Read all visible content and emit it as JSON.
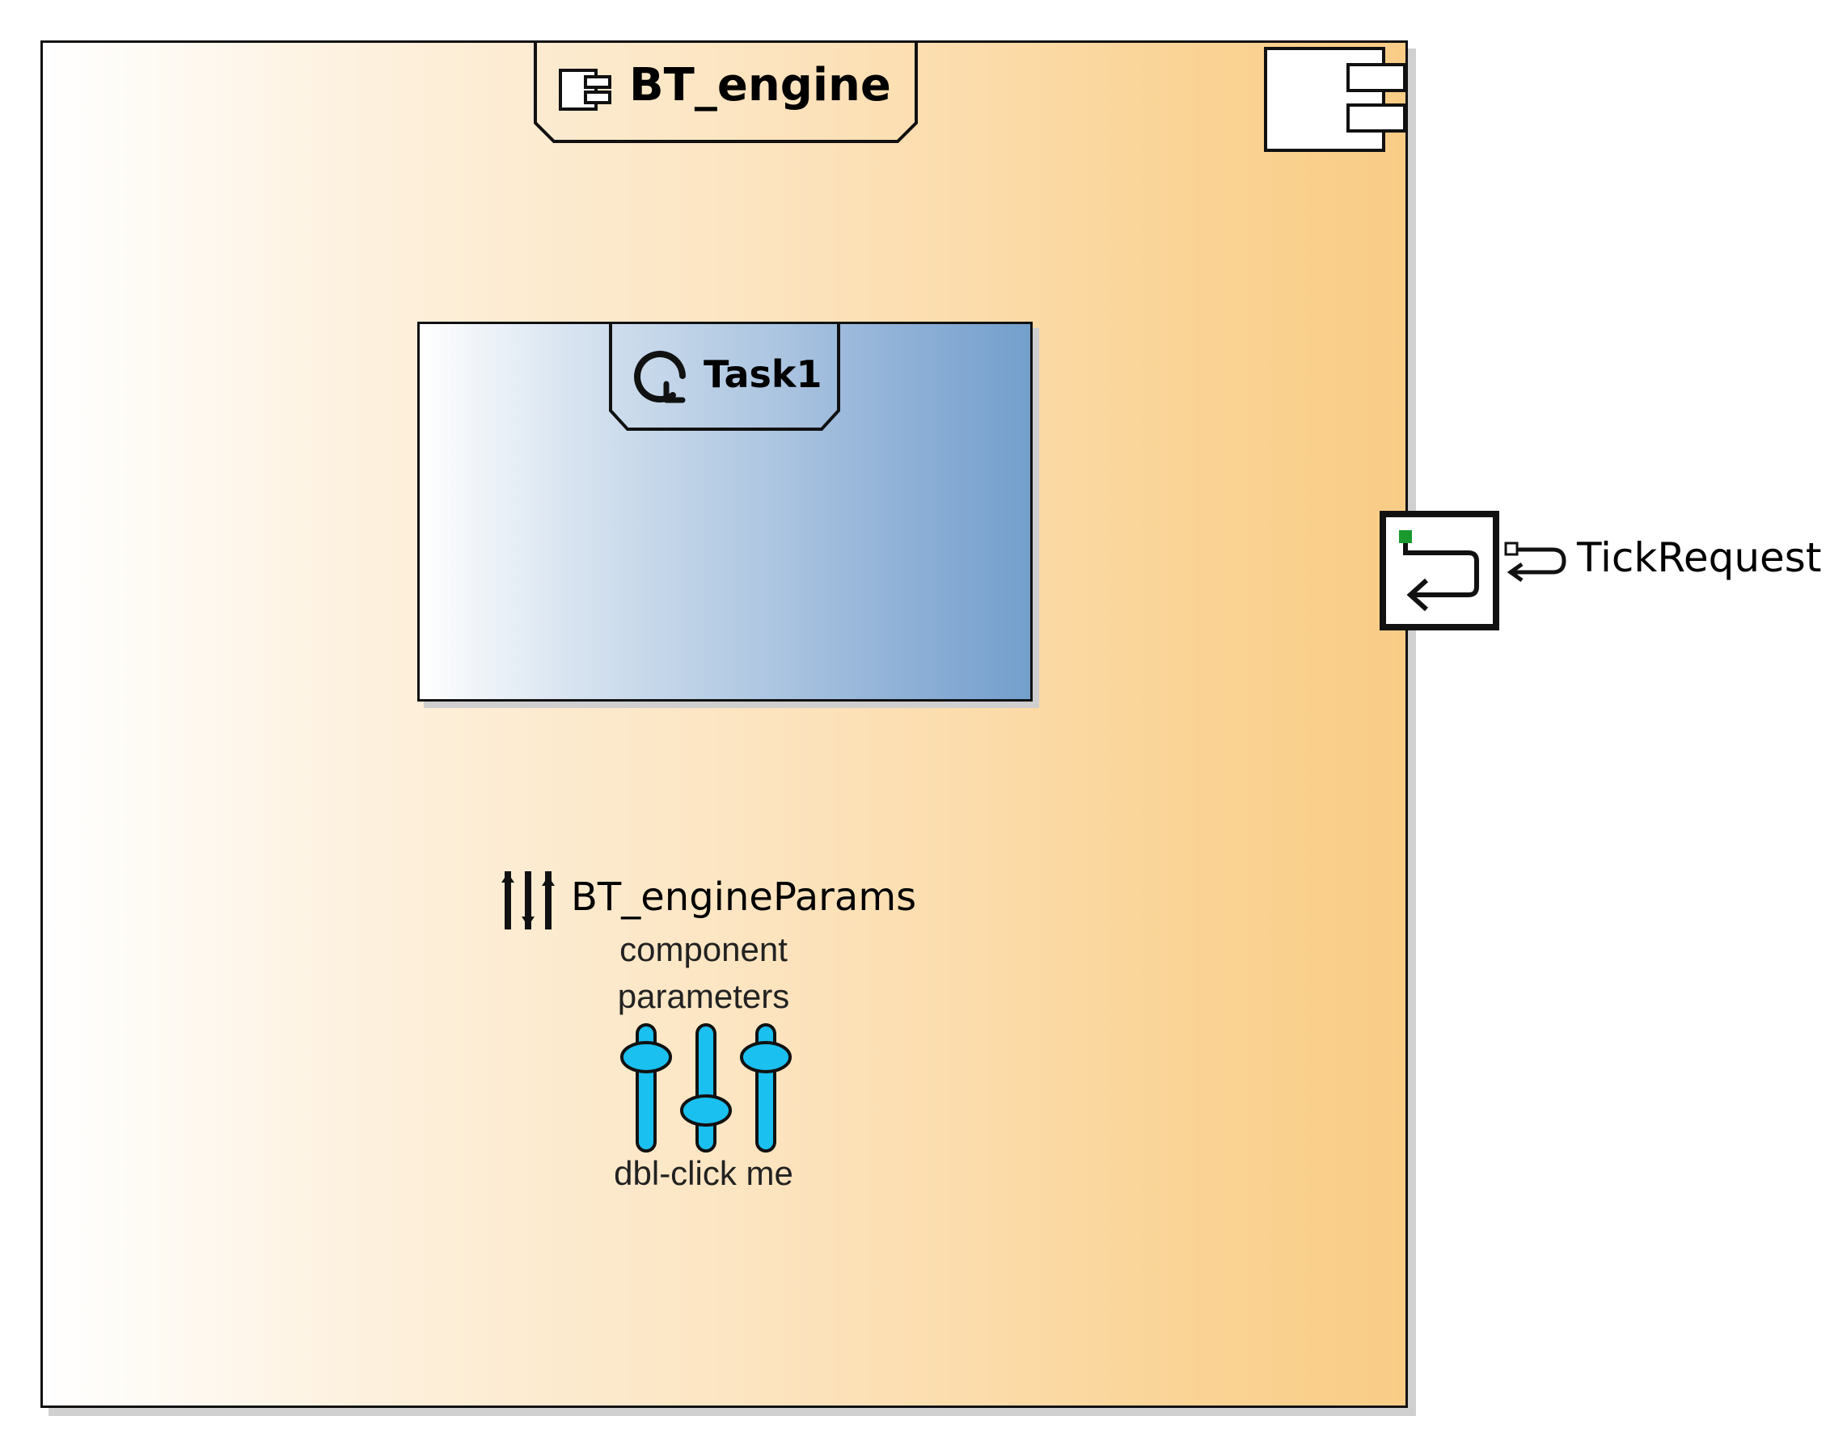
{
  "component": {
    "title": "BT_engine",
    "fill_left": "#ffffff",
    "fill_right": "#f9cc86"
  },
  "task": {
    "title": "Task1",
    "fill_left": "#ffffff",
    "fill_right": "#739fcc"
  },
  "parameters": {
    "name": "BT_engineParams",
    "caption_line1": "component",
    "caption_line2": "parameters",
    "hint": "dbl-click me",
    "slider_color": "#19c0f0"
  },
  "port": {
    "label": "TickRequest",
    "indicator_color": "#1a9a2e"
  },
  "icons": {
    "component_corner": "component-icon",
    "component_title": "component-icon",
    "task": "task-cycle-icon",
    "params": "sliders-icon",
    "port": "return-arrow-icon",
    "interface": "provided-interface-icon"
  }
}
